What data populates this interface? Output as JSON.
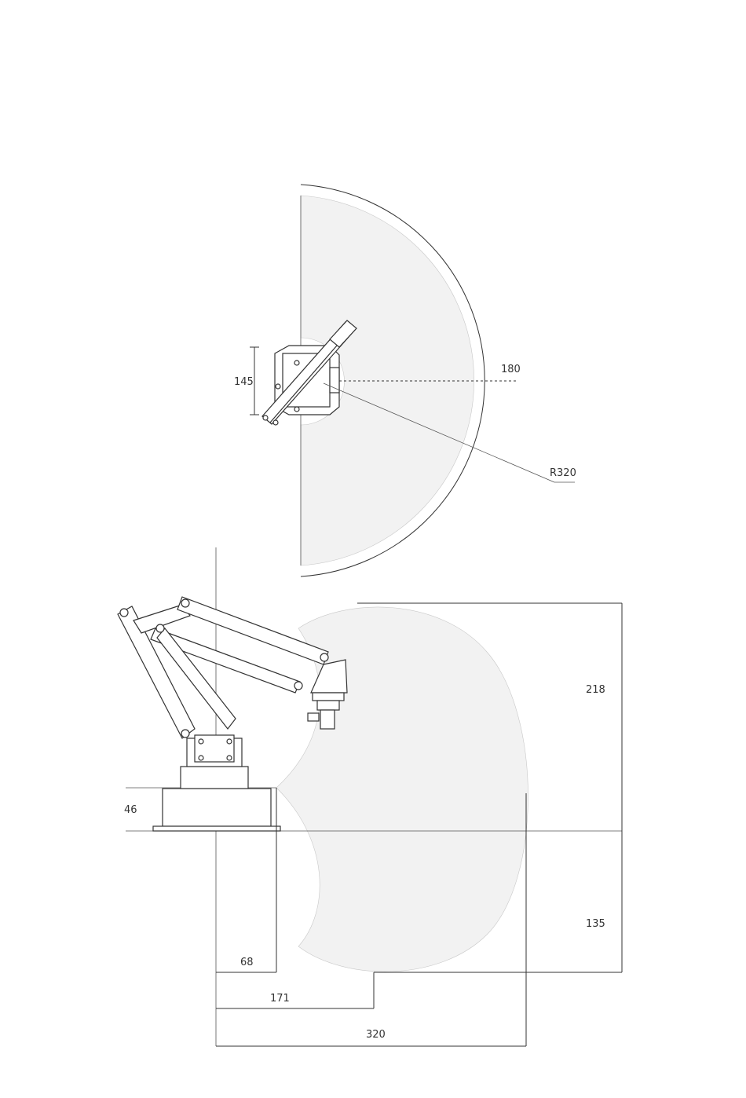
{
  "top_view": {
    "dim_height": "145",
    "dim_angle": "180",
    "dim_radius": "R320"
  },
  "side_view": {
    "dim_upper_height": "218",
    "dim_lower_height": "135",
    "dim_base_height": "46",
    "dim_inner_radius": "68",
    "dim_min_reach": "171",
    "dim_max_reach": "320"
  },
  "colors": {
    "line": "#333333",
    "workspace_fill": "#f2f2f2",
    "background": "#ffffff"
  }
}
